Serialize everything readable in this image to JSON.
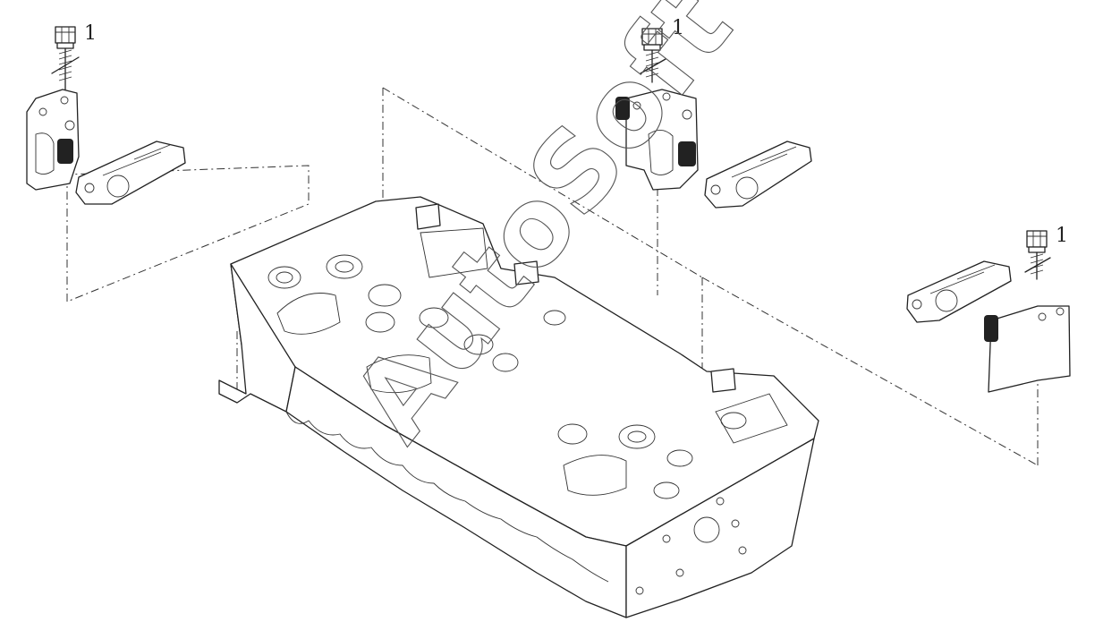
{
  "callouts": [
    {
      "id": "bolt-left",
      "label": "1"
    },
    {
      "id": "bolt-center",
      "label": "1"
    },
    {
      "id": "bolt-right",
      "label": "1"
    }
  ],
  "watermark": "AutoSoft",
  "colors": {
    "line": "#222222",
    "background": "#ffffff",
    "watermark_outline": "#555555"
  }
}
